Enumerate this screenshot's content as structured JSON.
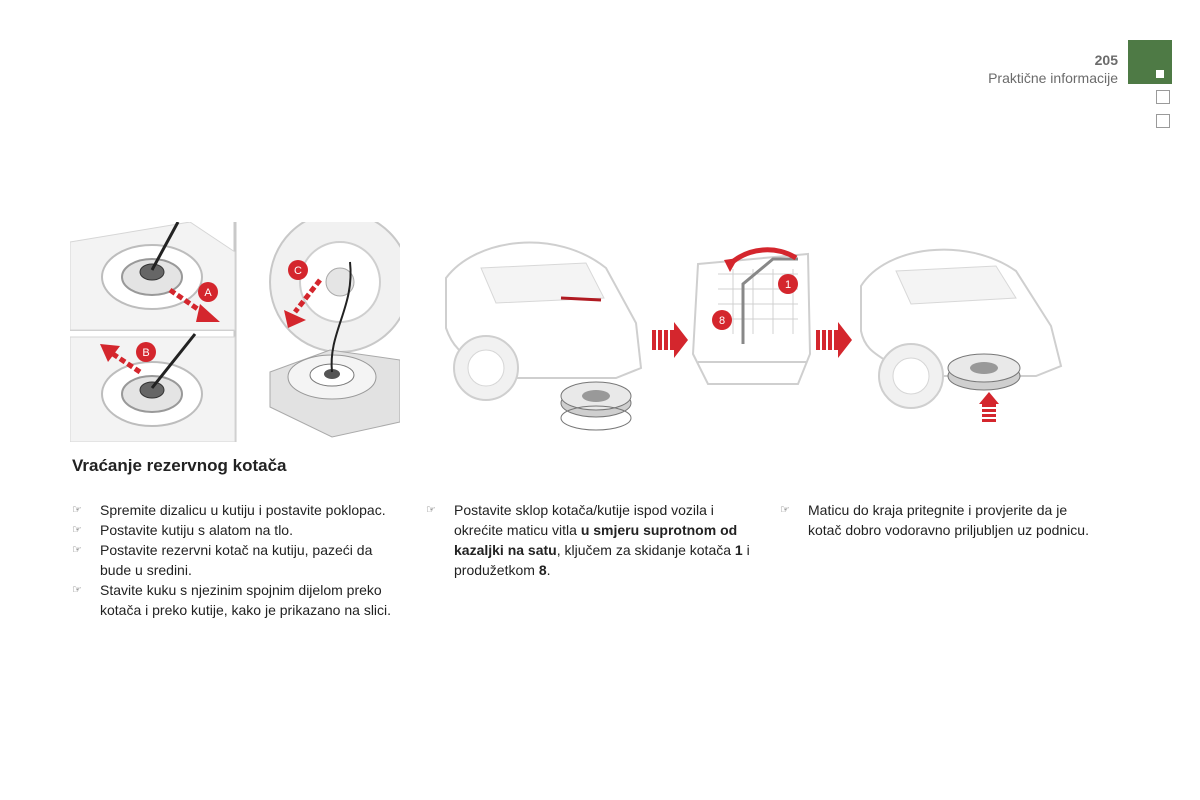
{
  "header": {
    "page_number": "205",
    "section_title": "Praktične informacije"
  },
  "figures": {
    "labels": [
      "A",
      "B",
      "C",
      "1",
      "8"
    ],
    "accent_color": "#d4262d"
  },
  "section": {
    "heading": "Vraćanje rezervnog kotača"
  },
  "column1": {
    "items": [
      "Spremite dizalicu u kutiju i postavite poklopac.",
      "Postavite kutiju s alatom na tlo.",
      "Postavite rezervni kotač na kutiju, pazeći da bude u sredini.",
      "Stavite kuku s njezinim spojnim dijelom preko kotača i preko kutije, kako je prikazano na slici."
    ]
  },
  "column2": {
    "items": [
      {
        "t1": "Postavite sklop kotača/kutije ispod vozila i okrećite maticu vitla ",
        "b1": "u smjeru suprotnom od kazaljki na satu",
        "t2": ", ključem za skidanje kotača ",
        "b2": "1",
        "t3": " i produžetkom ",
        "b3": "8",
        "t4": "."
      }
    ]
  },
  "column3": {
    "items": [
      "Maticu do kraja pritegnite i provjerite da je kotač dobro vodoravno priljubljen uz podnicu."
    ]
  },
  "bullet_glyph": "☞"
}
